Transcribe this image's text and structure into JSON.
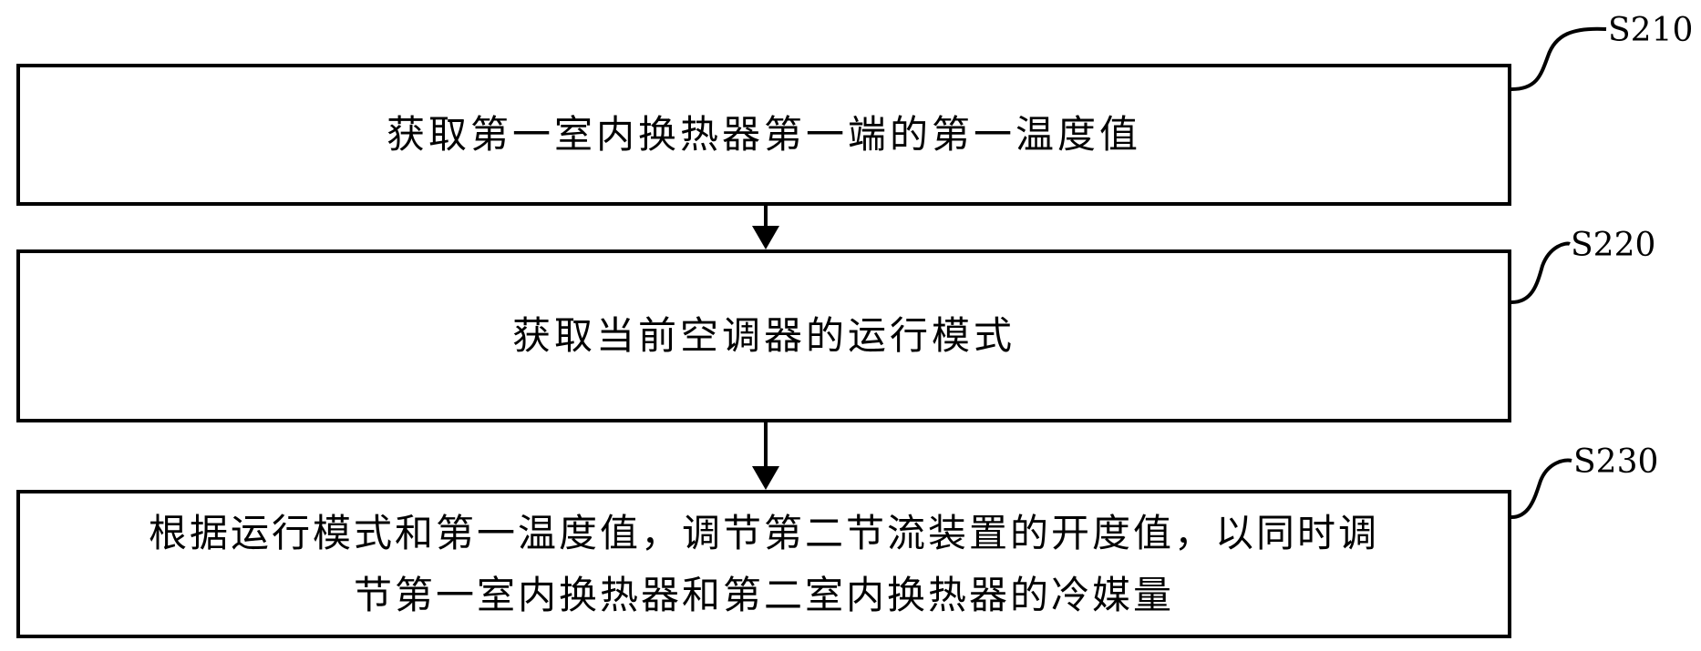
{
  "steps": [
    {
      "label": "S210",
      "text": "获取第一室内换热器第一端的第一温度值"
    },
    {
      "label": "S220",
      "text": "获取当前空调器的运行模式"
    },
    {
      "label": "S230",
      "text": "根据运行模式和第一温度值，调节第二节流装置的开度值，以同时调\n节第一室内换热器和第二室内换热器的冷媒量"
    }
  ]
}
